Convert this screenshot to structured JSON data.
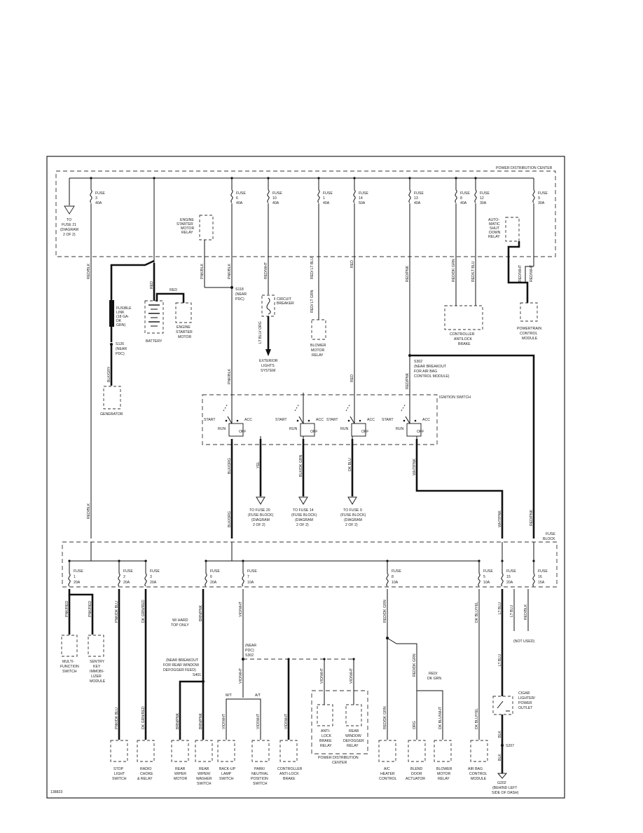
{
  "frame": {
    "pdc_title": "POWER DISTRIBUTION CENTER",
    "fuse_block_title": "FUSE BLOCK",
    "ignition_title": "IGNITION SWITCH",
    "diagram_id": "138823"
  },
  "pdc_fuses": [
    {
      "name": "FUSE",
      "num": "3",
      "amp": "40A"
    },
    {
      "name": "FUSE",
      "num": "6",
      "amp": "40A"
    },
    {
      "name": "FUSE",
      "num": "10",
      "amp": "40A"
    },
    {
      "name": "FUSE",
      "num": "1",
      "amp": "40A"
    },
    {
      "name": "FUSE",
      "num": "14",
      "amp": "50A"
    },
    {
      "name": "FUSE",
      "num": "13",
      "amp": "40A"
    },
    {
      "name": "FUSE",
      "num": "8",
      "amp": "40A"
    },
    {
      "name": "FUSE",
      "num": "12",
      "amp": "30A"
    },
    {
      "name": "FUSE",
      "num": "9",
      "amp": "30A"
    }
  ],
  "block_fuses": [
    {
      "name": "FUSE",
      "num": "1",
      "amp": "20A"
    },
    {
      "name": "FUSE",
      "num": "2",
      "amp": "20A"
    },
    {
      "name": "FUSE",
      "num": "3",
      "amp": "20A"
    },
    {
      "name": "FUSE",
      "num": "6",
      "amp": "20A"
    },
    {
      "name": "FUSE",
      "num": "7",
      "amp": "10A"
    },
    {
      "name": "FUSE",
      "num": "8",
      "amp": "10A"
    },
    {
      "name": "FUSE",
      "num": "5",
      "amp": "10A"
    },
    {
      "name": "FUSE",
      "num": "15",
      "amp": "20A"
    },
    {
      "name": "FUSE",
      "num": "16",
      "amp": "15A"
    }
  ],
  "components": {
    "to_fuse21": [
      "TO",
      "FUSE 21",
      "(DIAGRAM",
      "2 OF 2)"
    ],
    "starter_relay": [
      "ENGINE",
      "STARTER",
      "MOTOR",
      "RELAY"
    ],
    "asd_relay": [
      "AUTO-",
      "MATIC",
      "SHUT",
      "DOWN",
      "RELAY"
    ],
    "fusible_link": [
      "FUSIBLE",
      "LINK",
      "(18 GA-",
      "DK",
      "GRN)"
    ],
    "battery": "BATTERY",
    "starter_motor": [
      "ENGINE",
      "STARTER",
      "MOTOR"
    ],
    "s118": [
      "S118",
      "(NEAR",
      "PDC)"
    ],
    "circuit_breaker": [
      "CIRCUIT",
      "BREAKER"
    ],
    "exterior_lights": [
      "EXTERIOR",
      "LIGHTS",
      "SYSTEM"
    ],
    "blower_relay_top": [
      "BLOWER",
      "MOTOR",
      "RELAY"
    ],
    "abs_controller": [
      "CONTROLLER",
      "ANTILOCK",
      "BRAKE"
    ],
    "pcm": [
      "POWERTRAIN",
      "CONTROL",
      "MODULE"
    ],
    "s126": [
      "S126",
      "(NEAR",
      "PDC)"
    ],
    "generator": "GENERATOR",
    "s302": [
      "S302",
      "(NEAR BREAKOUT",
      "FOR AIR BAG",
      "CONTROL MODULE)"
    ],
    "to_fuse20": [
      "TO FUSE 20",
      "(FUSE BLOCK)",
      "(DIAGRAM",
      "2 OF 2)"
    ],
    "to_fuse14": [
      "TO FUSE 14",
      "(FUSE BLOCK)",
      "(DIAGRAM",
      "2 OF 2)"
    ],
    "to_fuse9": [
      "TO FUSE 9",
      "(FUSE BLOCK)",
      "(DIAGRAM",
      "2 OF 2)"
    ],
    "hard_top": [
      "W/ HARD",
      "TOP ONLY"
    ],
    "rear_breakout": [
      "(NEAR BREAKOUT",
      "FOR REAR WINDOW",
      "DEFOGGER FEED)",
      "S401"
    ],
    "s302b": [
      "(NEAR",
      "PDC)",
      "S302"
    ],
    "not_used": "(NOT USED)",
    "cigar": [
      "CIGAR",
      "LIGHTER/",
      "POWER",
      "OUTLET"
    ],
    "g202": [
      "G202",
      "(BEHIND LEFT",
      "SIDE OF DASH)"
    ],
    "s207": "S207",
    "multi_switch": [
      "MULTI-",
      "FUNCTION",
      "SWITCH"
    ],
    "sentry_key": [
      "SENTRY",
      "KEY",
      "IMMOBI-",
      "LIZER",
      "MODULE"
    ],
    "stop_light": [
      "STOP",
      "LIGHT",
      "SWITCH"
    ],
    "radio_choke": [
      "RADIO",
      "CHOKE",
      "& RELAY"
    ],
    "rear_wiper_motor": [
      "REAR",
      "WIPER",
      "MOTOR"
    ],
    "rear_wiper_switch": [
      "REAR",
      "WIPER/",
      "WASHER",
      "SWITCH"
    ],
    "backup_switch": [
      "BACK-UP",
      "LAMP",
      "SWITCH"
    ],
    "park_neutral": [
      "PARK/",
      "NEUTRAL",
      "POSITION",
      "SWITCH"
    ],
    "abs_ctrl_bottom": [
      "CONTROLLER",
      "ANTI-LOCK",
      "BRAKE"
    ],
    "abs_relay": [
      "ANTI-",
      "LOCK",
      "BRAKE",
      "RELAY"
    ],
    "defogger_relay": [
      "REAR",
      "WINDOW",
      "DEFOGGER",
      "RELAY"
    ],
    "pdc_bottom": [
      "POWER DISTRIBUTION",
      "CENTER"
    ],
    "ac_heater": [
      "A/C",
      "HEATER",
      "CONTROL"
    ],
    "blend_door": [
      "BLEND",
      "DOOR",
      "ACTUATOR"
    ],
    "blower_relay_bottom": [
      "BLOWER",
      "MOTOR",
      "RELAY"
    ],
    "airbag_module": [
      "AIR BAG",
      "CONTROL",
      "MODULE"
    ]
  },
  "ignition_switch": {
    "positions": [
      "START",
      "RUN",
      "ACC",
      "OFF"
    ]
  },
  "wires": {
    "red_blk": "RED/BLK",
    "pnk_blk": "PNK/BLK",
    "red": "RED",
    "red_wht": "RED/WHT",
    "red_lt_blu": "RED/ LT BLU",
    "red_pnk": "RED/PNK",
    "red_dk_grn": "RED/DK GRN",
    "red_blu": "RED/LT BLU",
    "red_wht2": "RED/WHT",
    "lt_blu_org": "LT BLU/ ORG",
    "red_lt_grn": "RED/ LT GRN",
    "blk_gry": "BLK/GRY",
    "blk_org": "BLK/ORG",
    "yel": "YEL",
    "blk_dk_grn": "BLK/DK GRN",
    "dk_blu": "DK BLU",
    "wht_pnk": "WHT/PNK",
    "pnk_red": "PNK/RED",
    "pnk_dk_blu": "PNK/DK BLU",
    "dk_grn_red": "DK GRN/RED",
    "brn_pnk": "BRN/PNK",
    "vio_wht": "VIO/WHT",
    "red_dk_grn2": "RED/DK GRN",
    "dk_blu_yel": "DK BLU/YEL",
    "lt_blu": "LT BLU",
    "red_blk2": "RED/BLK",
    "org": "ORG",
    "dk_blu_wht": "DK BLU/WHT",
    "red_dk_grn3": "RED/ DK GRN",
    "blk": "BLK",
    "mt": "M/T",
    "at": "A/T"
  }
}
